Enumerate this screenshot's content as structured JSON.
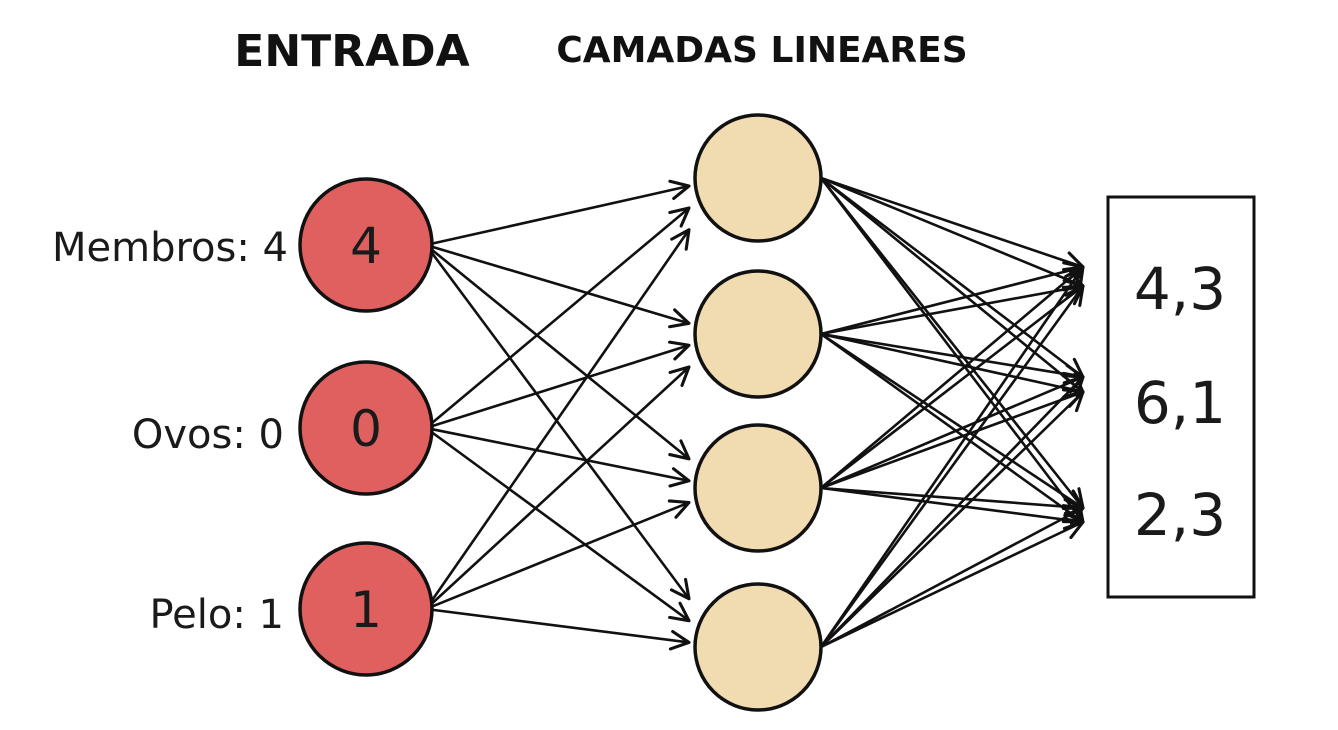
{
  "headers": {
    "input": "ENTRADA",
    "hidden": "CAMADAS LINEARES"
  },
  "inputs": [
    {
      "label": "Membros: 4",
      "value": "4"
    },
    {
      "label": "Ovos: 0",
      "value": "0"
    },
    {
      "label": "Pelo: 1",
      "value": "1"
    }
  ],
  "hidden_count": 4,
  "outputs": [
    "4,3",
    "6,1",
    "2,3"
  ],
  "colors": {
    "input_node": "#e06060",
    "hidden_node": "#f0dcb0",
    "stroke": "#111111"
  }
}
